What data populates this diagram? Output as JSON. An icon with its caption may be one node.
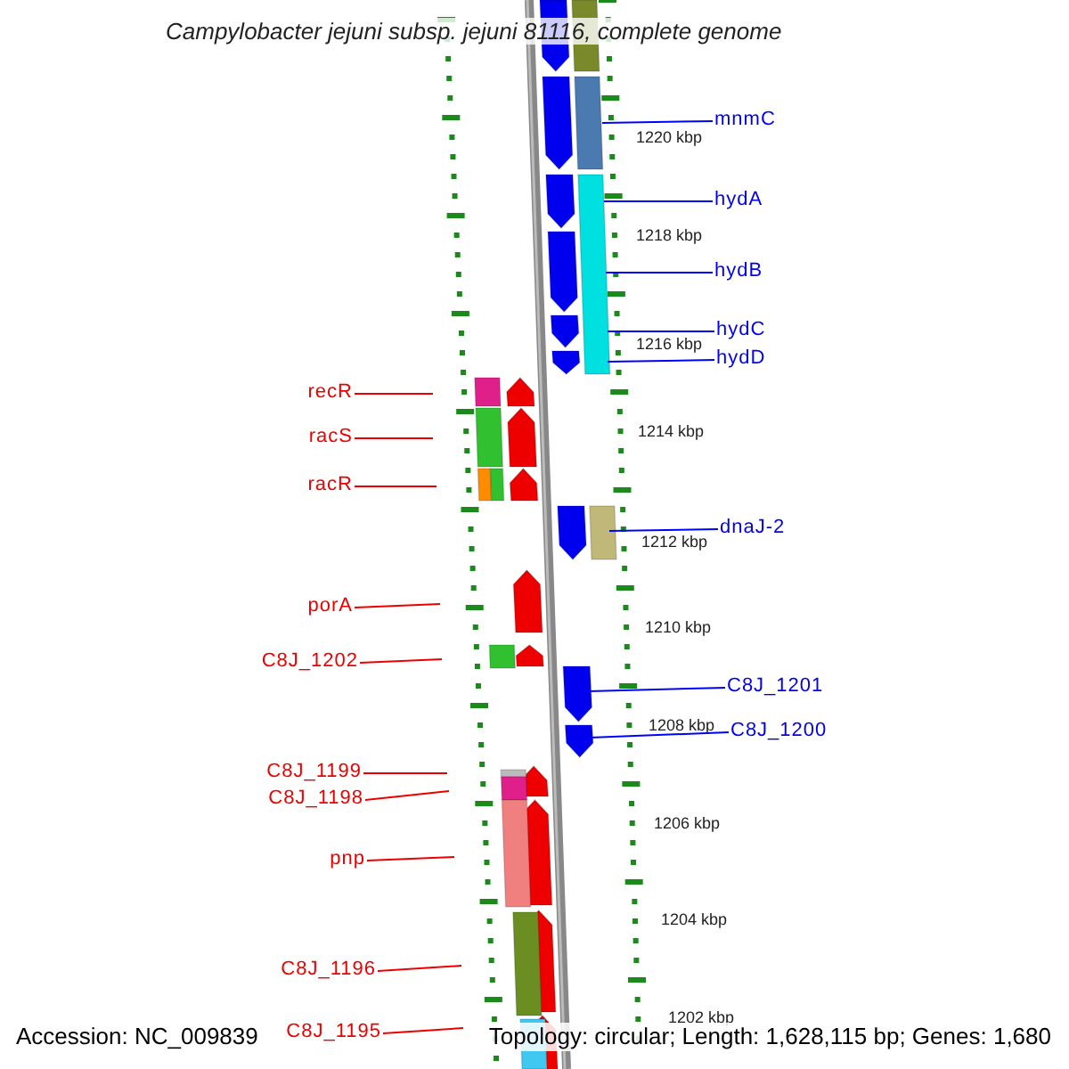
{
  "diagram": {
    "title": "Campylobacter jejuni subsp. jejuni 81116, complete genome",
    "nodes": [
      {
        "text": [
          "mnmC"
        ]
      },
      {
        "text": [
          "hydA"
        ]
      },
      {
        "text": [
          "hydB"
        ]
      },
      {
        "text": [
          "hydC"
        ]
      },
      {
        "text": [
          "hydD"
        ]
      },
      {
        "text": [
          "recR"
        ]
      },
      {
        "text": [
          "racS"
        ]
      },
      {
        "text": [
          "racR"
        ]
      },
      {
        "text": [
          "dnaJ-2"
        ]
      },
      {
        "text": [
          "porA"
        ]
      },
      {
        "text": [
          "C8J_1202"
        ]
      },
      {
        "text": [
          "C8J_1201"
        ]
      },
      {
        "text": [
          "C8J_1200"
        ]
      },
      {
        "text": [
          "C8J_1199"
        ]
      },
      {
        "text": [
          "C8J_1198"
        ]
      },
      {
        "text": [
          "pnp"
        ]
      },
      {
        "text": [
          "C8J_1196"
        ]
      },
      {
        "text": [
          "C8J_1195"
        ]
      }
    ],
    "edges": [
      {
        "from": 0,
        "to": null,
        "arrow": "none",
        "color": "#0000ff"
      },
      {
        "from": 1,
        "to": null,
        "arrow": "none",
        "color": "#0000ff"
      },
      {
        "from": 2,
        "to": null,
        "arrow": "none",
        "color": "#0000ff"
      },
      {
        "from": 3,
        "to": null,
        "arrow": "none",
        "color": "#0000ff"
      },
      {
        "from": 4,
        "to": null,
        "arrow": "none",
        "color": "#0000ff"
      },
      {
        "from": 5,
        "to": null,
        "arrow": "none"
      },
      {
        "from": 6,
        "to": null,
        "arrow": "none"
      },
      {
        "from": 7,
        "to": null,
        "arrow": "none"
      },
      {
        "from": 8,
        "to": null,
        "arrow": "none",
        "color": "#0000ff"
      },
      {
        "from": 9,
        "to": null,
        "arrow": "none"
      },
      {
        "from": 10,
        "to": null,
        "arrow": "none"
      },
      {
        "from": 11,
        "to": null,
        "arrow": "none",
        "color": "#0000ff"
      },
      {
        "from": 12,
        "to": null,
        "arrow": "none",
        "color": "#0000ff"
      },
      {
        "from": 13,
        "to": null,
        "arrow": "none"
      },
      {
        "from": 14,
        "to": null,
        "arrow": "none"
      },
      {
        "from": 15,
        "to": null,
        "arrow": "none"
      },
      {
        "from": 16,
        "to": null,
        "arrow": "none"
      },
      {
        "from": 17,
        "to": null,
        "arrow": "none"
      }
    ],
    "labels": [
      "1220 kbp",
      "1218 kbp",
      "1216 kbp",
      "1214 kbp",
      "1212 kbp",
      "1210 kbp",
      "1208 kbp",
      "1206 kbp",
      "1204 kbp",
      "1202 kbp",
      "Accession: NC_009839",
      "Topology: circular; Length: 1,628,115 bp; Genes: 1,680"
    ]
  }
}
